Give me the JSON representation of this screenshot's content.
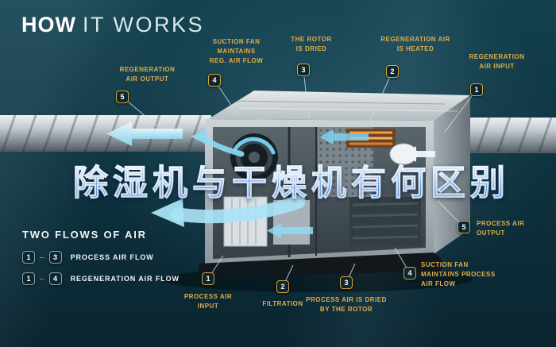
{
  "title": {
    "strong": "HOW",
    "rest": "IT WORKS"
  },
  "watermark": "除湿机与干燥机有何区别",
  "callouts": {
    "reg_air_output": {
      "num": "5",
      "label": "REGENERATION\nAIR OUTPUT"
    },
    "suction_fan_reg": {
      "num": "4",
      "label": "SUCTION FAN\nMAINTAINS\nREG. AIR FLOW"
    },
    "rotor_dried": {
      "num": "3",
      "label": "THE ROTOR\nIS DRIED"
    },
    "reg_air_heated": {
      "num": "2",
      "label": "REGENERATION AIR\nIS HEATED"
    },
    "reg_air_input": {
      "num": "1",
      "label": "REGENERATION\nAIR INPUT"
    },
    "process_air_output": {
      "num": "5",
      "label": "PROCESS AIR\nOUTPUT"
    },
    "suction_fan_process": {
      "num": "4",
      "label": "SUCTION FAN\nMAINTAINS PROCESS\nAIR FLOW"
    },
    "process_air_dried": {
      "num": "3",
      "label": "PROCESS AIR IS DRIED\nBY THE ROTOR"
    },
    "filtration": {
      "num": "2",
      "label": "FILTRATION"
    },
    "process_air_input": {
      "num": "1",
      "label": "PROCESS AIR\nINPUT"
    }
  },
  "legend": {
    "heading": "TWO FLOWS OF AIR",
    "rows": [
      {
        "from": "1",
        "dash": "–",
        "to": "3",
        "label": "PROCESS AIR FLOW"
      },
      {
        "from": "1",
        "dash": "–",
        "to": "4",
        "label": "REGENERATION AIR FLOW"
      }
    ]
  },
  "colors": {
    "background_teal": "#0e3340",
    "accent_gold": "#d9a43b",
    "label_gold": "#dfae49",
    "arrow_cyan": "#8fd7ef",
    "watermark_blue": "#3e7fd2",
    "text_white": "#ffffff"
  }
}
